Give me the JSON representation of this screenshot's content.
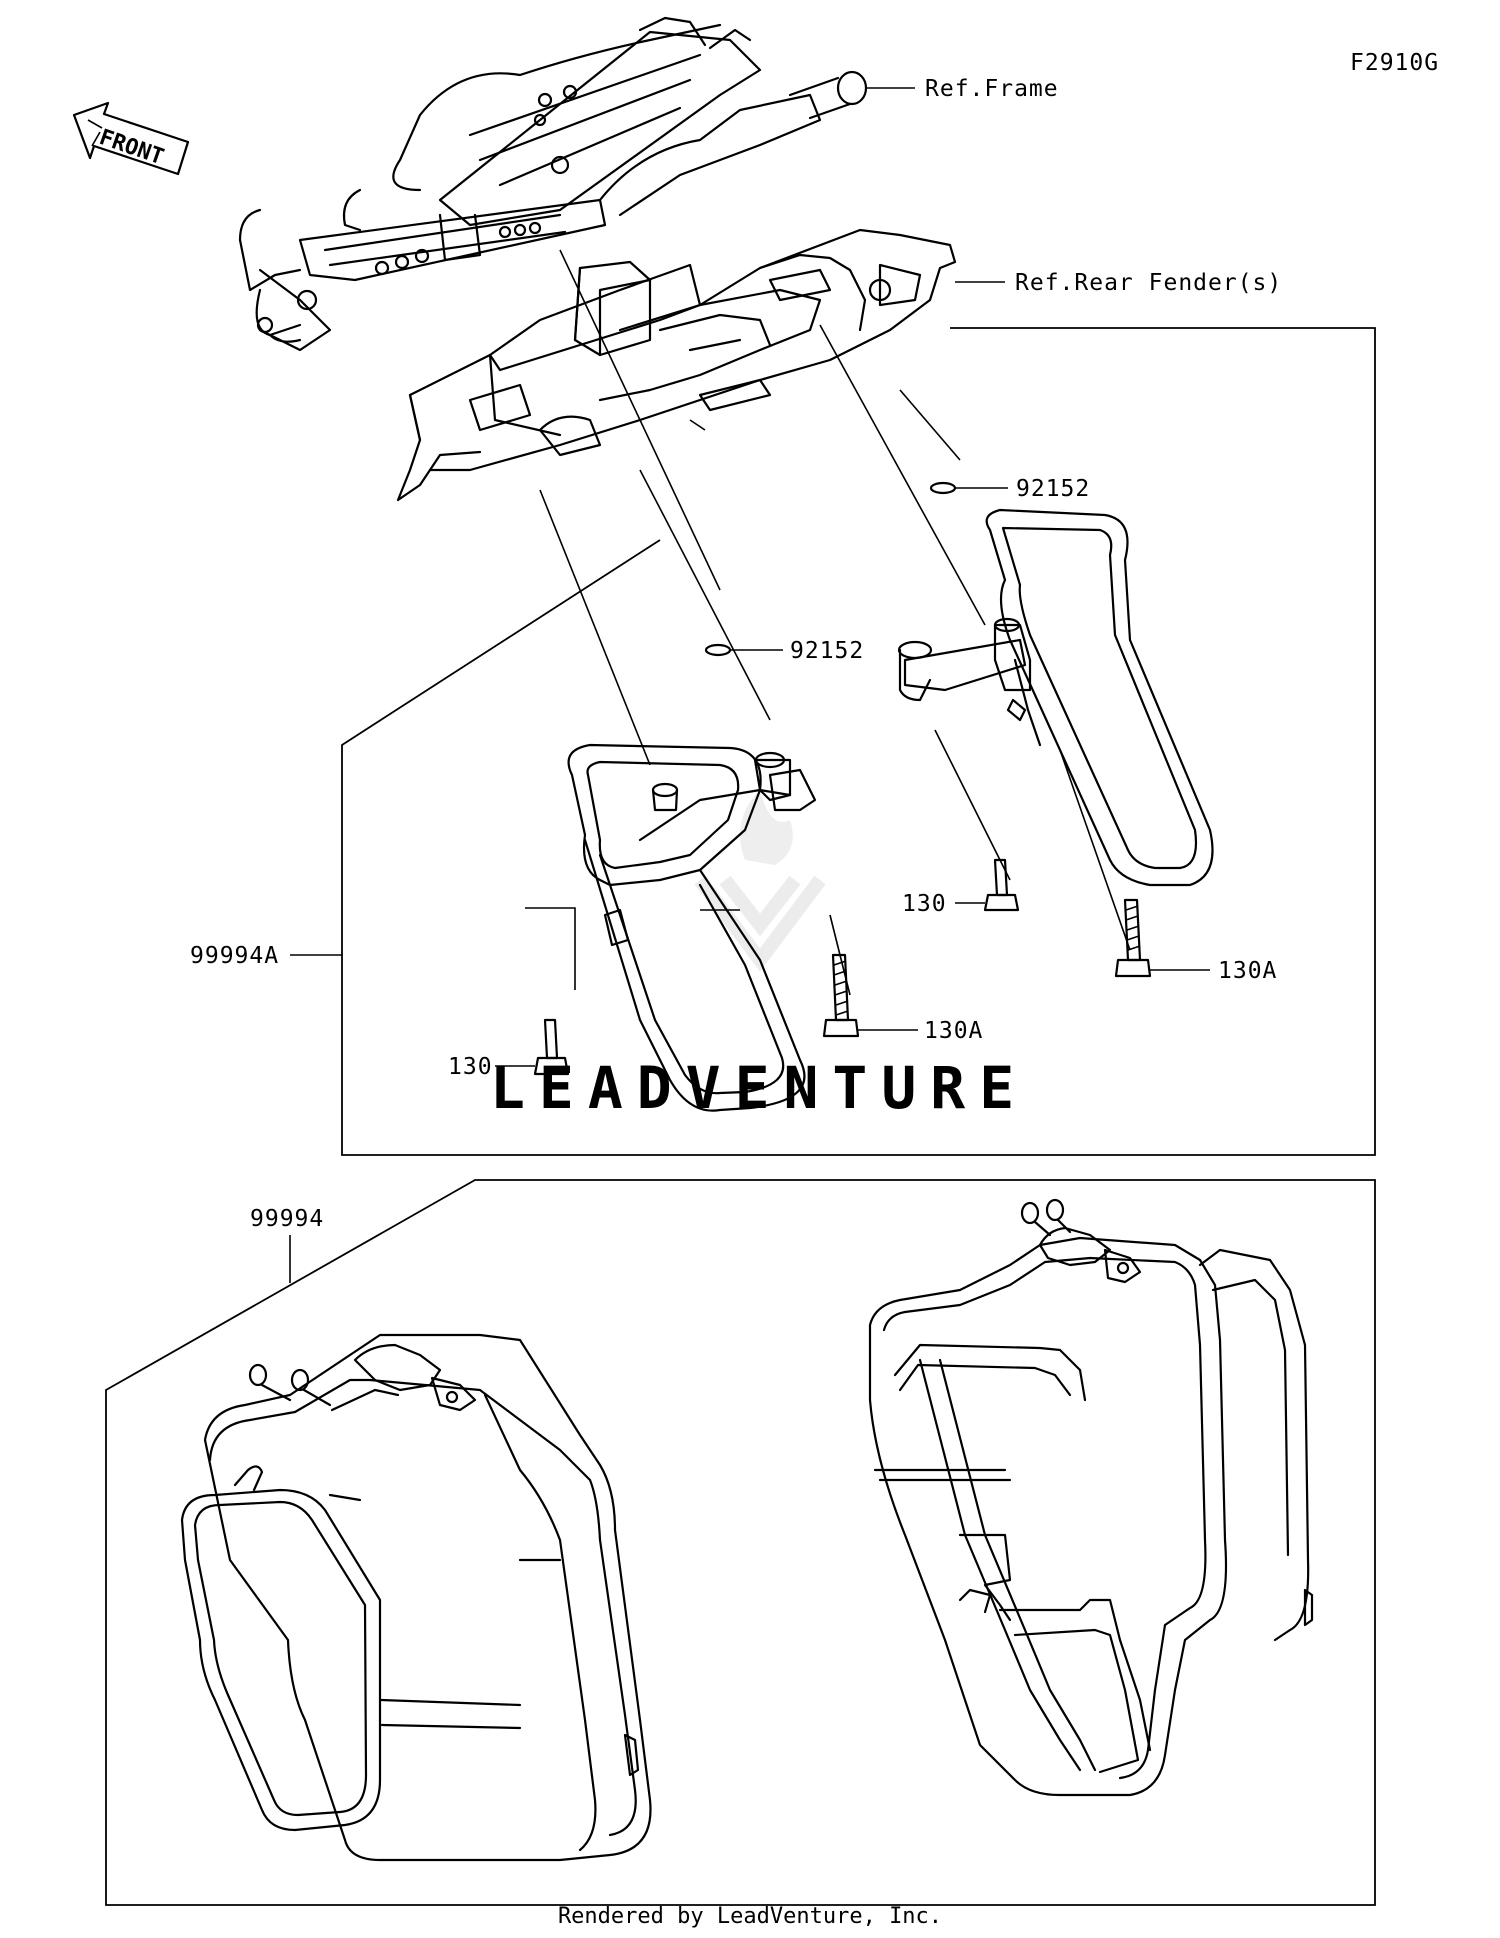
{
  "figure_id": "F2910G",
  "front_arrow_label": "FRONT",
  "watermark": "LEADVENTURE",
  "callouts": {
    "ref_frame": "Ref.Frame",
    "ref_rear_fender": "Ref.Rear Fender(s)",
    "washer_top_right": "92152",
    "washer_mid": "92152",
    "bolt_130_right": "130",
    "bolt_130_left": "130",
    "bolt_130a_mid": "130A",
    "bolt_130a_right": "130A",
    "assembly_99994a": "99994A",
    "assembly_99994": "99994"
  },
  "footer": "Rendered by LeadVenture, Inc."
}
